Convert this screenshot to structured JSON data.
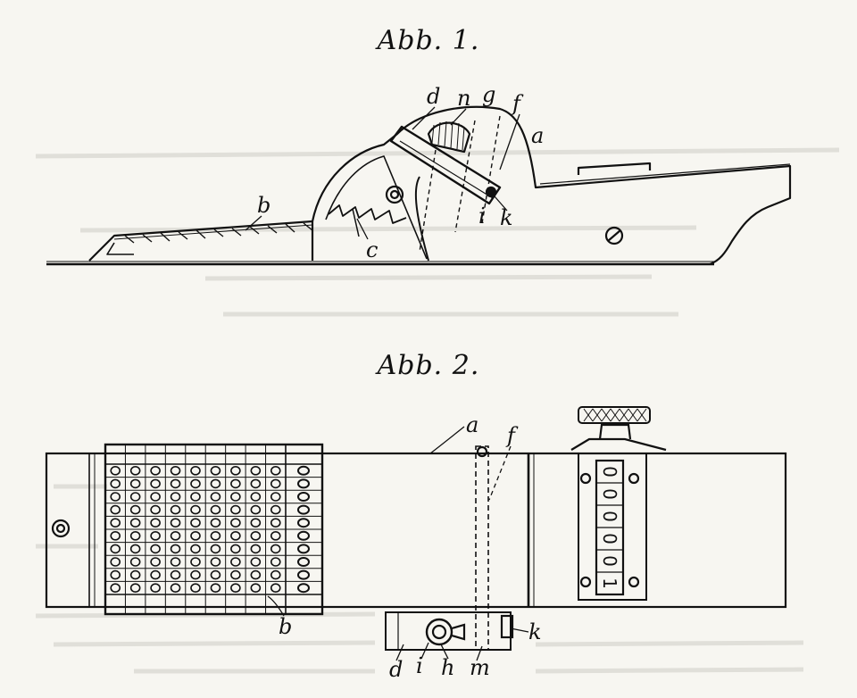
{
  "figure1": {
    "title": "Abb. 1.",
    "labels": {
      "d": "d",
      "n": "n",
      "g": "g",
      "f": "f",
      "a": "a",
      "b": "b",
      "c": "c",
      "i": "i",
      "k": "k"
    }
  },
  "figure2": {
    "title": "Abb. 2.",
    "labels": {
      "a": "a",
      "f": "f",
      "b": "b",
      "k": "k",
      "d": "d",
      "i": "i",
      "h": "h",
      "m": "m"
    },
    "counter_digits": [
      "0",
      "0",
      "0",
      "0",
      "0",
      "1"
    ]
  },
  "colors": {
    "ink": "#111111",
    "paper": "#f7f6f1",
    "bleed": "#bdbbb4"
  }
}
